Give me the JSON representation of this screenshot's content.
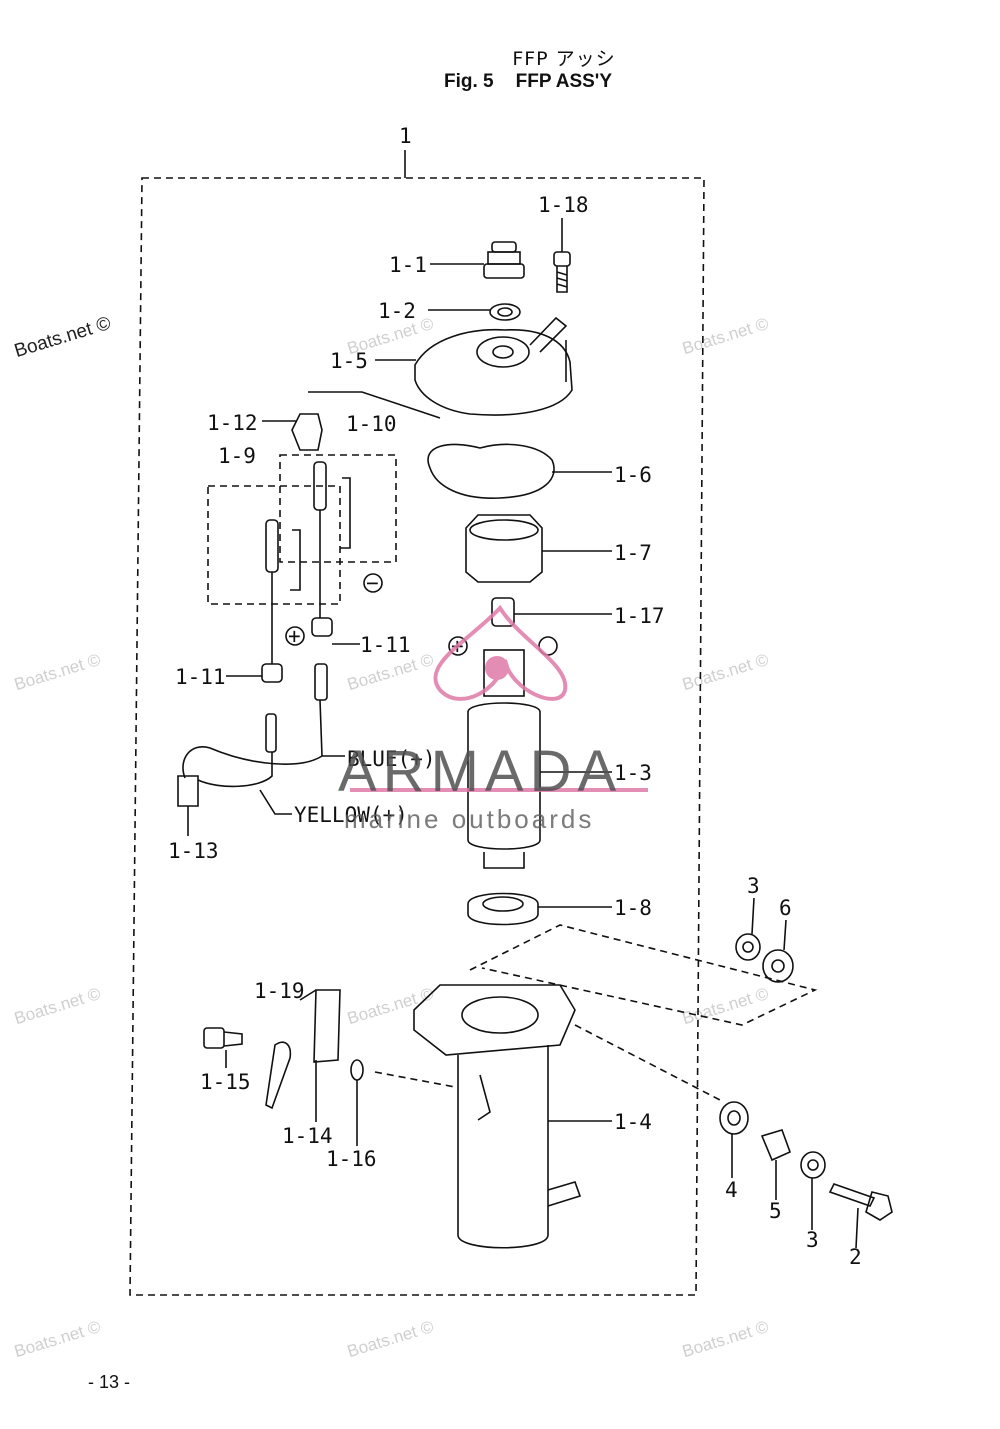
{
  "header": {
    "title_jp": "FFP アッシ",
    "fig_label": "Fig. 5",
    "title_en": "FFP ASS'Y"
  },
  "footer": {
    "page_number": "- 13 -"
  },
  "watermarks": [
    "Boats.net ©"
  ],
  "brand": {
    "name": "ARMADA",
    "tagline": "marine outboards",
    "color": "#e07aa8"
  },
  "wires": {
    "blue": "BLUE(+)",
    "yellow": "YELLOW(+)"
  },
  "symbols": {
    "plus": "+",
    "minus": "−"
  },
  "callouts": {
    "p1": "1",
    "p1_1": "1-1",
    "p1_2": "1-2",
    "p1_3": "1-3",
    "p1_4": "1-4",
    "p1_5": "1-5",
    "p1_6": "1-6",
    "p1_7": "1-7",
    "p1_8": "1-8",
    "p1_9": "1-9",
    "p1_10": "1-10",
    "p1_11a": "1-11",
    "p1_11b": "1-11",
    "p1_12": "1-12",
    "p1_13": "1-13",
    "p1_14": "1-14",
    "p1_15": "1-15",
    "p1_16": "1-16",
    "p1_17": "1-17",
    "p1_18": "1-18",
    "p1_19": "1-19",
    "p2": "2",
    "p3a": "3",
    "p3b": "3",
    "p4": "4",
    "p5": "5",
    "p6": "6"
  }
}
